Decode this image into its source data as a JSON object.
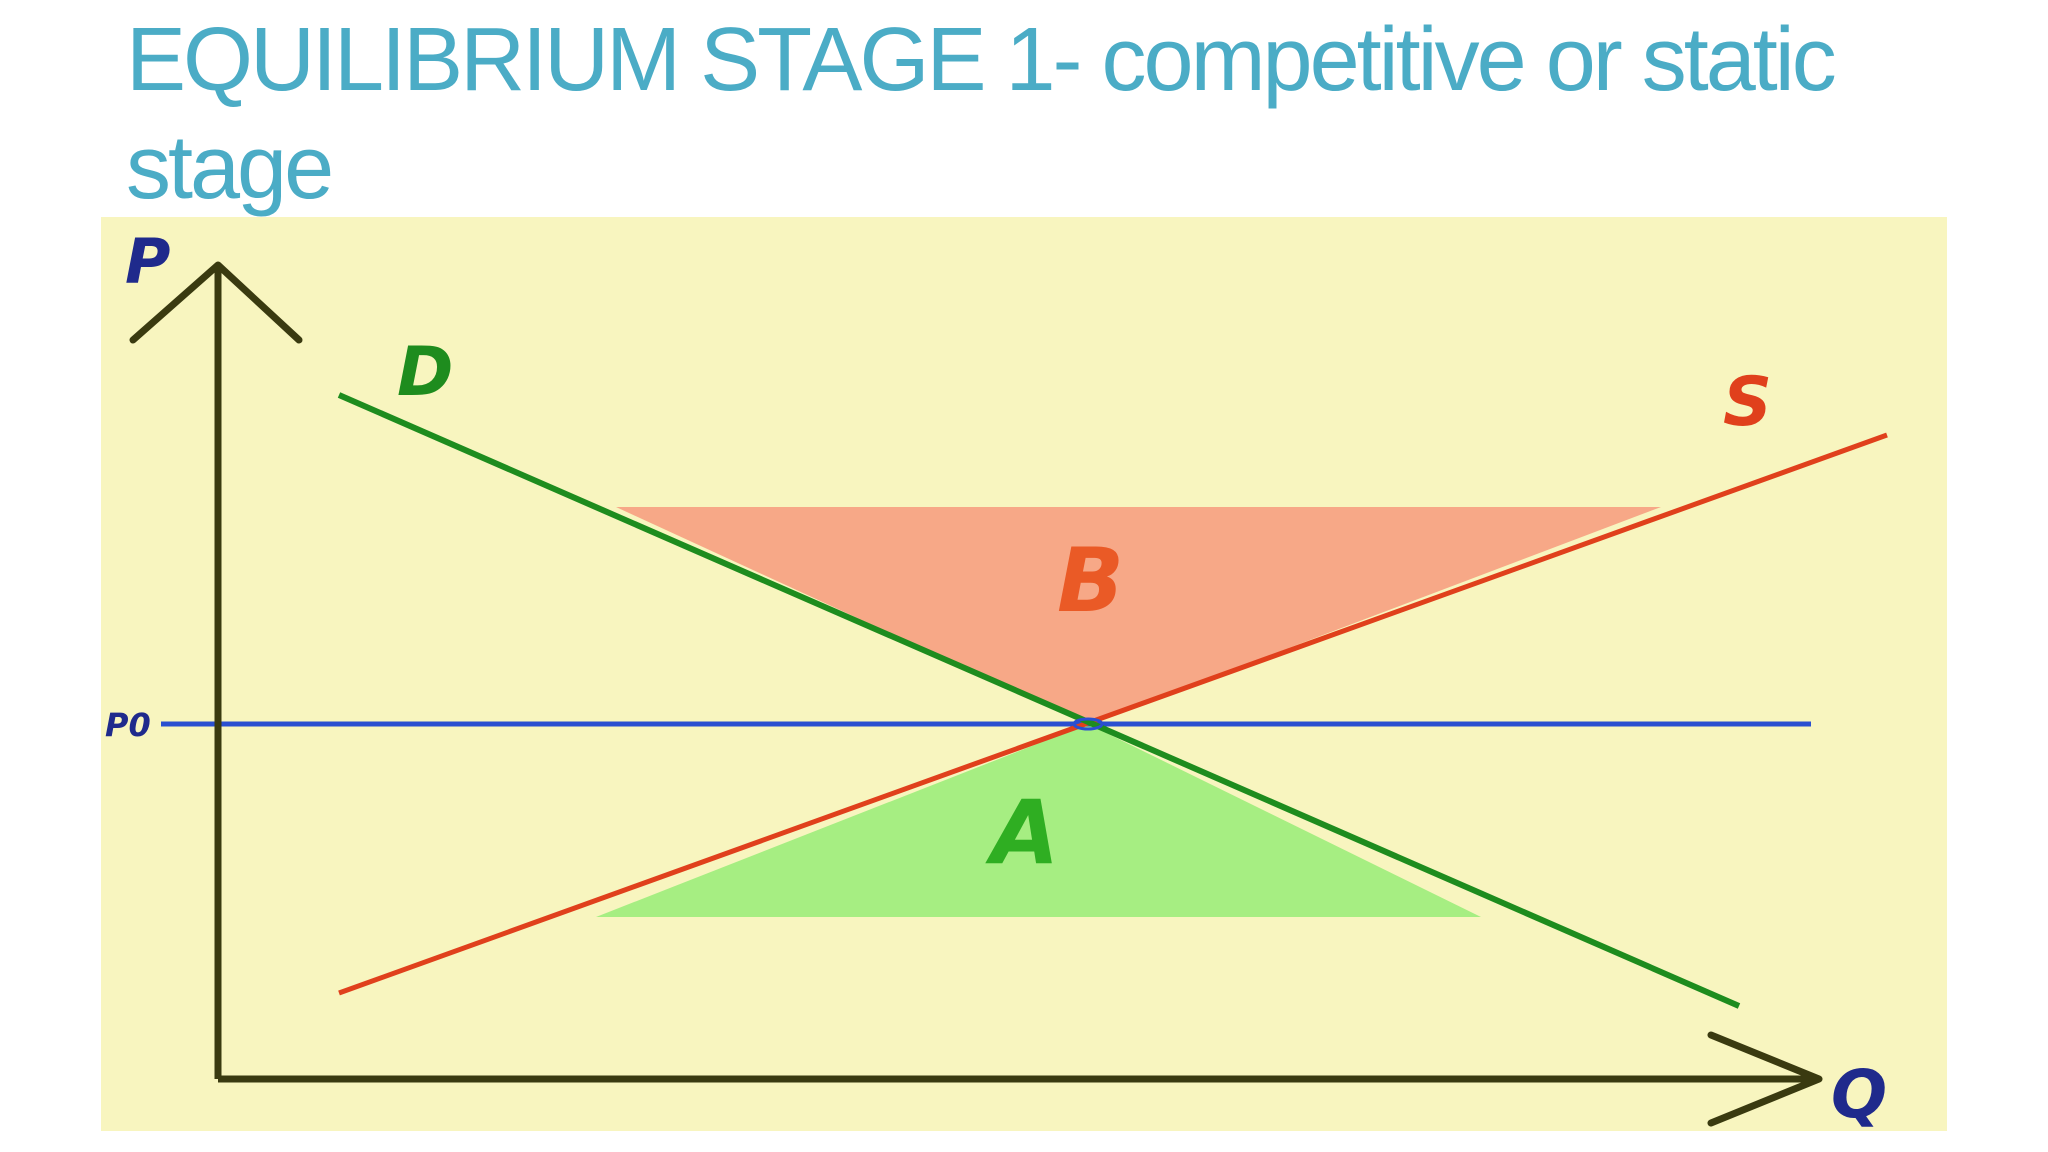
{
  "title": "EQUILIBRIUM STAGE 1- competitive or static stage",
  "diagram": {
    "background_color": "#f8f5bf",
    "axes": {
      "y_label": "P",
      "x_label": "Q",
      "axis_color": "#3a3a10",
      "label_color": "#1f2a8c"
    },
    "price_line": {
      "label": "P0",
      "color": "#2a4fd0"
    },
    "curves": [
      {
        "label": "D",
        "color": "#1e8c1e"
      },
      {
        "label": "S",
        "color": "#e0401c"
      }
    ],
    "areas": [
      {
        "label": "B",
        "color": "#f7a887",
        "label_color": "#ea5a26"
      },
      {
        "label": "A",
        "color": "#a6ee82",
        "label_color": "#2fae22"
      }
    ]
  }
}
